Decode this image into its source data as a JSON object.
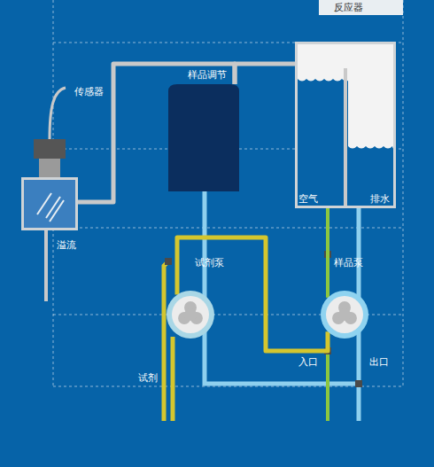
{
  "diagram": {
    "nodes": [
      {
        "text": [
          "传感器"
        ]
      },
      {
        "text": [
          "样品调节"
        ]
      },
      {
        "text": [
          "反应器"
        ]
      },
      {
        "text": [
          "试剂泵"
        ]
      },
      {
        "text": [
          "样品泵"
        ]
      }
    ],
    "edges": [
      {
        "from": 0,
        "to": 1,
        "arrow": "none"
      },
      {
        "from": 1,
        "to": 2,
        "arrow": "none"
      },
      {
        "from": 3,
        "to": 4,
        "arrow": "none"
      },
      {
        "from": 4,
        "to": 2,
        "arrow": "none"
      }
    ],
    "labels": [
      "空气",
      "排水",
      "溢流",
      "入口",
      "出口",
      "试剂"
    ]
  }
}
